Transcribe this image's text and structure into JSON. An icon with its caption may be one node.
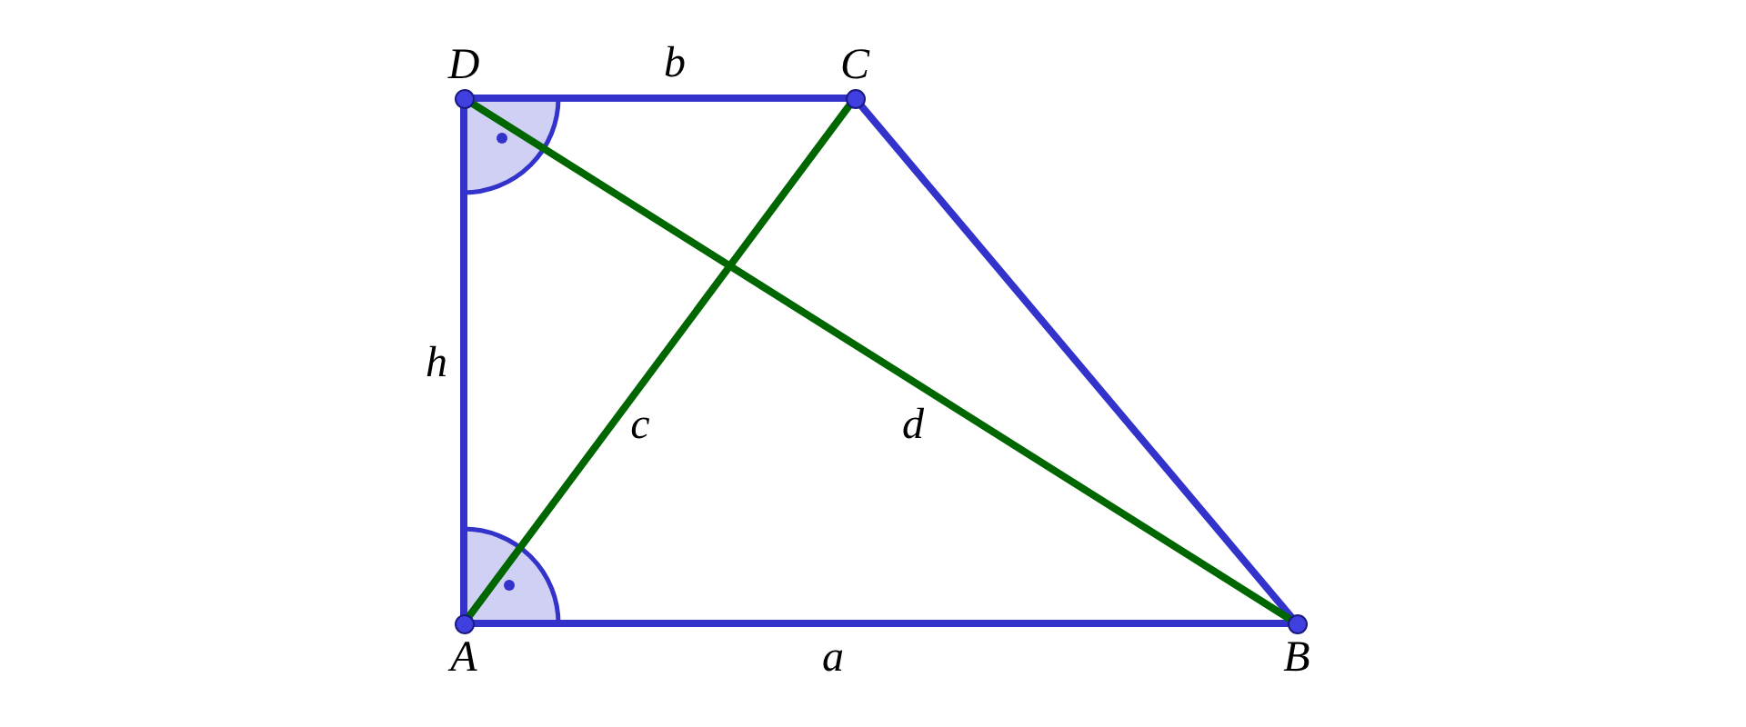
{
  "diagram": {
    "nodes": [
      {
        "text": [
          "D"
        ]
      },
      {
        "text": [
          "C"
        ]
      },
      {
        "text": [
          "A"
        ]
      },
      {
        "text": [
          "B"
        ]
      }
    ],
    "edges": [
      {
        "from": 0,
        "to": 1,
        "arrow": "none",
        "label": "b"
      },
      {
        "from": 1,
        "to": 3,
        "arrow": "none"
      },
      {
        "from": 2,
        "to": 3,
        "arrow": "none",
        "label": "a"
      },
      {
        "from": 2,
        "to": 0,
        "arrow": "none",
        "label": "h"
      },
      {
        "from": 2,
        "to": 1,
        "arrow": "none",
        "label": "c",
        "color": "#006600"
      },
      {
        "from": 0,
        "to": 3,
        "arrow": "none",
        "label": "d",
        "color": "#006600"
      }
    ]
  }
}
